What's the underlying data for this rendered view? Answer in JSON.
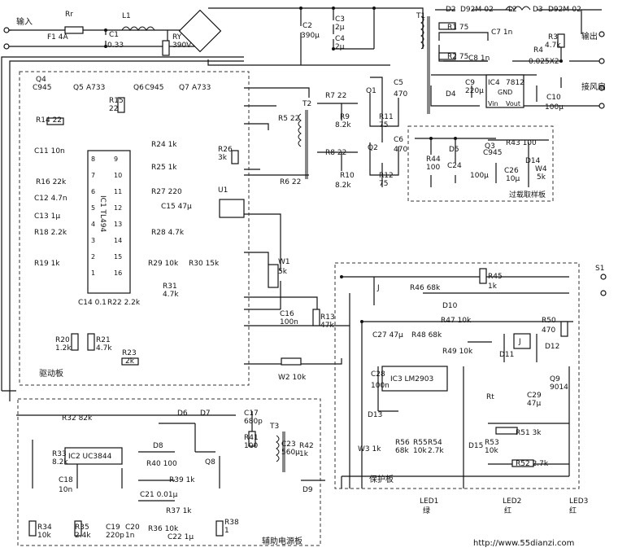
{
  "input": {
    "label": "输入",
    "fuse": "F1  4A",
    "rr": "Rr",
    "l1": "L1",
    "c1": "C1",
    "c1_val": "0.33",
    "ry": "RY",
    "ry_val": "390V"
  },
  "bulk": {
    "c2": "C2",
    "c2_val": "390μ",
    "c3": "C3",
    "c3_val": "2μ",
    "c4": "C4",
    "c4_val": "2μ"
  },
  "output": {
    "t1": "T1",
    "d2": "D2",
    "d2_part": "D92M-02",
    "l2": "L2",
    "d3": "D3",
    "d3_part": "D92M-02",
    "r1": "R1  75",
    "c7": "C7  1n",
    "r2": "R2  75",
    "c8": "C8  1n",
    "r3": "R3",
    "r3_val": "4.7k",
    "r4": "R4",
    "r4_val": "0.025X2",
    "label_out": "输出",
    "label_fan": "接风扇",
    "d4": "D4",
    "c9": "C9",
    "c9_val": "220μ",
    "ic4": "IC4",
    "ic4_part": "7812",
    "ic4_gnd": "GND",
    "ic4_vin": "Vin",
    "ic4_vout": "Vout",
    "c10": "C10",
    "c10_val": "100μ"
  },
  "drive": {
    "q4": "Q4",
    "q4_part": "C945",
    "q5": "Q5",
    "q5_part": "A733",
    "q6": "Q6",
    "q6_part": "C945",
    "q7": "Q7",
    "q7_part": "A733",
    "r15": "R15",
    "r15_val": "22",
    "r14": "R14  22",
    "c11": "C11  10n",
    "r16": "R16  22k",
    "c12": "C12  4.7n",
    "c13": "C13  1μ",
    "r18": "R18  2.2k",
    "r19": "R19  1k",
    "ic1": "IC1  TL494",
    "r24": "R24  1k",
    "r25": "R25  1k",
    "r26": "R26",
    "r26_val": "3k",
    "r27": "R27  220",
    "c15": "C15  47μ",
    "r28": "R28  4.7k",
    "u1": "U1",
    "r29": "R29  10k",
    "r30": "R30  15k",
    "r31": "R31",
    "r31_val": "4.7k",
    "c14": "C14  0.1",
    "r22": "R22  2.2k",
    "r20": "R20",
    "r20_val": "1.2k",
    "r21": "R21",
    "r21_val": "4.7k",
    "r23": "R23",
    "r23_val": "2k",
    "board": "驱动板",
    "pins_left": [
      "8",
      "7",
      "6",
      "5",
      "4",
      "3",
      "2",
      "1"
    ],
    "pins_right": [
      "9",
      "10",
      "11",
      "12",
      "13",
      "14",
      "15",
      "16"
    ]
  },
  "power_stage": {
    "r7": "R7  22",
    "r9": "R9",
    "r9_val": "8.2k",
    "q1": "Q1",
    "r11": "R11",
    "r11_val": "75",
    "c5": "C5",
    "c5_val": "470",
    "t2": "T2",
    "r5": "R5  22",
    "r6": "R6  22",
    "r8": "R8  22",
    "r10": "R10",
    "r10_val": "8.2k",
    "q2": "Q2",
    "r12": "R12",
    "r12_val": "75",
    "c6": "C6",
    "c6_val": "470"
  },
  "overload": {
    "r44": "R44",
    "r44_val": "100",
    "d5": "D5",
    "c24": "C24",
    "c24_val": "100μ",
    "q3": "Q3",
    "q3_part": "C945",
    "r43": "R43  100",
    "d14": "D14",
    "c26": "C26",
    "c26_val": "10μ",
    "w4": "W4",
    "w4_val": "5k",
    "board": "过载取样板"
  },
  "mid": {
    "w1": "W1",
    "w1_val": "5k",
    "c16": "C16",
    "c16_val": "100n",
    "r13": "R13",
    "r13_val": "47k",
    "w2": "W2  10k"
  },
  "protect": {
    "s1": "S1",
    "j": "J",
    "r45": "R45",
    "r45_val": "1k",
    "r46": "R46  68k",
    "d10": "D10",
    "r47": "R47  10k",
    "c27": "C27  47μ",
    "r48": "R48  68k",
    "r49": "R49  10k",
    "c28": "C28",
    "c28_val": "100n",
    "ic3": "IC3  LM2903",
    "d11": "D11",
    "d12": "D12",
    "r50": "R50",
    "r50_val": "470",
    "relay": "J",
    "q9": "Q9",
    "q9_part": "9014",
    "rt": "Rt",
    "c29": "C29",
    "c29_val": "47μ",
    "d13": "D13",
    "w3": "W3  1k",
    "r56": "R56",
    "r56_val": "68k",
    "r55": "R55",
    "r55_val": "10k",
    "r54": "R54",
    "r54_val": "2.7k",
    "d15": "D15",
    "r53": "R53",
    "r53_val": "10k",
    "r51": "R51  3k",
    "r52": "R52  2.7k",
    "board": "保护板",
    "led1": "LED1",
    "led1_color": "绿",
    "led2": "LED2",
    "led2_color": "红",
    "led3": "LED3",
    "led3_color": "红"
  },
  "aux": {
    "r32": "R32  82k",
    "r33": "R33",
    "r33_val": "8.2k",
    "ic2": "IC2  UC3844",
    "c18": "C18",
    "c18_val": "10n",
    "r34": "R34",
    "r34_val": "10k",
    "r35": "R35",
    "r35_val": "2.4k",
    "c19": "C19",
    "c19_val": "220p",
    "c20": "C20",
    "c20_val": "1n",
    "d6": "D6",
    "d7": "D7",
    "c17": "C17",
    "c17_val": "680p",
    "r41": "R41",
    "r41_val": "100",
    "t3": "T3",
    "d8": "D8",
    "r40": "R40  100",
    "r39": "R39  1k",
    "q8": "Q8",
    "c21": "C21  0.01μ",
    "r37": "R37  1k",
    "r36": "R36  10k",
    "c22": "C22  1μ",
    "r38": "R38",
    "r38_val": "1",
    "c23": "C23",
    "c23_val": "560μ",
    "r42": "R42",
    "r42_val": "1k",
    "d9": "D9",
    "board": "辅助电源板"
  },
  "watermark": "http://www.55dianzi.com"
}
